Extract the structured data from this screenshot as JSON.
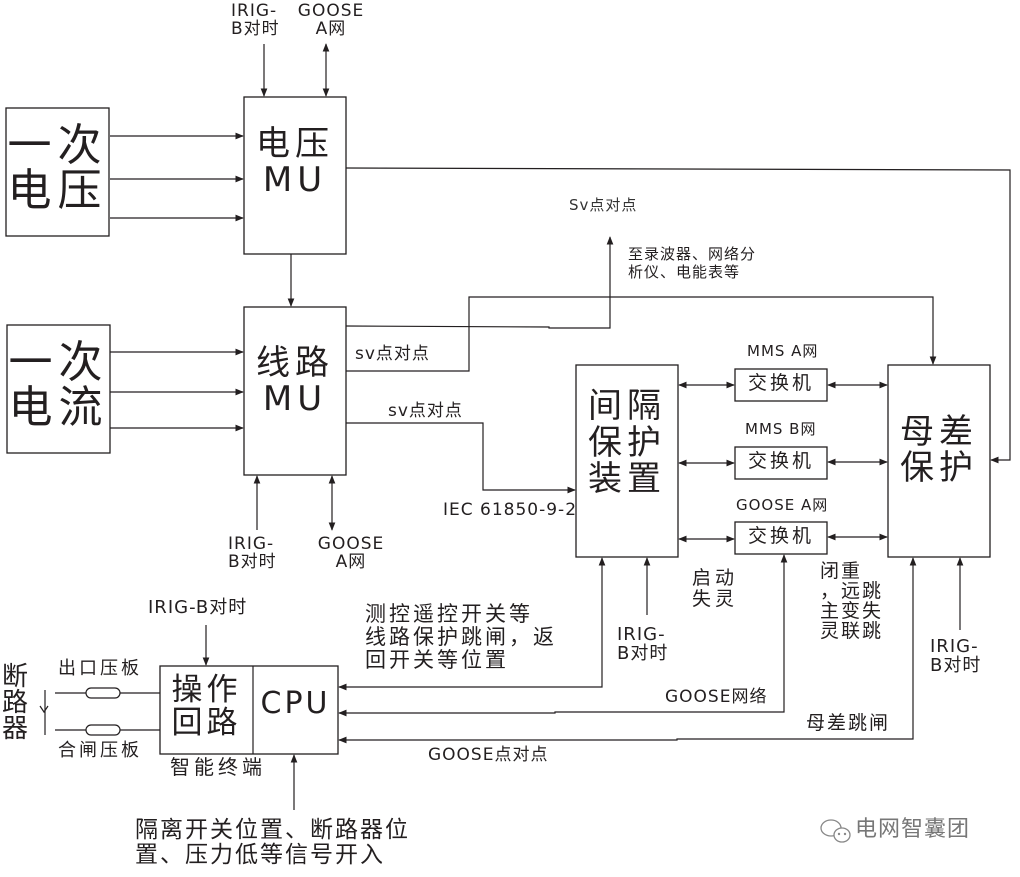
{
  "boxes": {
    "primary_voltage": "一次\n电压",
    "primary_current": "一次\n电流",
    "voltage_mu": "电压\nMU",
    "line_mu": "线路\nMU",
    "bay_protection": "间隔\n保护\n装置",
    "bus_protection": "母差\n保护",
    "switch_mms_a": "交换机",
    "switch_mms_b": "交换机",
    "switch_goose_a": "交换机",
    "operation_circuit": "操作\n回路",
    "cpu": "CPU"
  },
  "labels": {
    "vmu_irig": "IRIG-\nB对时",
    "vmu_goose": "GOOSE\nA网",
    "sv_p2p_top": "Sv点对点",
    "recorder_note": "至录波器、网络分\n析仪、电能表等",
    "sv_p2p_1": "sv点对点",
    "sv_p2p_2": "sv点对点",
    "iec": "IEC 61850-9-2",
    "lmu_irig": "IRIG-\nB对时",
    "lmu_goose": "GOOSE\nA网",
    "mms_a": "MMS A网",
    "mms_b": "MMS B网",
    "goose_a": "GOOSE A网",
    "start_failure": "启动\n失灵",
    "reclose": "闭重\n，远跳\n主变失\n灵联跳",
    "bay_irig": "IRIG-\nB对时",
    "bus_irig": "IRIG-\nB对时",
    "it_irig": "IRIG-B对时",
    "measure_control": "测控遥控开关等\n线路保护跳闸，返\n回开关等位置",
    "goose_network": "GOOSE网络",
    "bus_trip": "母差跳闸",
    "goose_p2p": "GOOSE点对点",
    "smart_terminal": "智能终端",
    "outlet_plate": "出口压板",
    "close_plate": "合闸压板",
    "breaker": "断\n路\n器",
    "inputs": "隔离开关位置、断路器位\n置、压力低等信号开入"
  },
  "watermark": "电网智囊团",
  "colors": {
    "line": "#231f20",
    "watermark": "#777777"
  }
}
